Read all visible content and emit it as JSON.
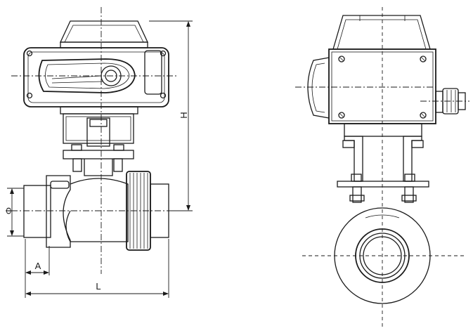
{
  "dimensions": {
    "height_label": "H",
    "length_label": "L",
    "a_label": "A",
    "diameter_label": "Φ"
  }
}
